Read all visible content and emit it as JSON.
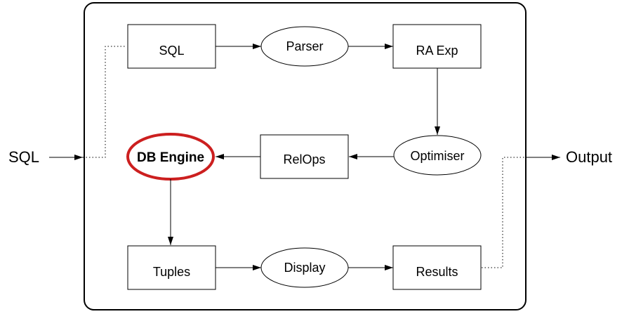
{
  "input_label": "SQL",
  "output_label": "Output",
  "nodes": {
    "sql": "SQL",
    "parser": "Parser",
    "ra_exp": "RA Exp",
    "optimiser": "Optimiser",
    "relops": "RelOps",
    "db_engine": "DB Engine",
    "tuples": "Tuples",
    "display": "Display",
    "results": "Results"
  },
  "colors": {
    "highlight": "#cc1f1f",
    "line": "#000000"
  }
}
